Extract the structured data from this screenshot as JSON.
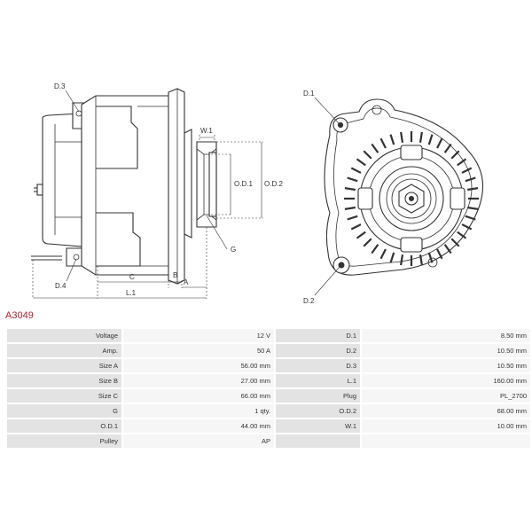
{
  "part_number": "A3049",
  "drawing_labels": {
    "d3": "D.3",
    "d4": "D.4",
    "d1": "D.1",
    "d2": "D.2",
    "w1": "W.1",
    "od1": "O.D.1",
    "od2": "O.D.2",
    "g": "G",
    "c": "C",
    "b": "B",
    "a": "A",
    "l1": "L.1"
  },
  "specs": [
    {
      "label_left": "Voltage",
      "value_left": "12 V",
      "label_right": "D.1",
      "value_right": "8.50 mm"
    },
    {
      "label_left": "Amp.",
      "value_left": "50 A",
      "label_right": "D.2",
      "value_right": "10.50 mm"
    },
    {
      "label_left": "Size A",
      "value_left": "56.00 mm",
      "label_right": "D.3",
      "value_right": "10.50 mm"
    },
    {
      "label_left": "Size B",
      "value_left": "27.00 mm",
      "label_right": "L.1",
      "value_right": "160.00 mm"
    },
    {
      "label_left": "Size C",
      "value_left": "66.00 mm",
      "label_right": "Plug",
      "value_right": "PL_2700"
    },
    {
      "label_left": "G",
      "value_left": "1 qty.",
      "label_right": "O.D.2",
      "value_right": "68.00 mm"
    },
    {
      "label_left": "O.D.1",
      "value_left": "44.00 mm",
      "label_right": "W.1",
      "value_right": "10.00 mm"
    },
    {
      "label_left": "Pulley",
      "value_left": "AP",
      "label_right": "",
      "value_right": ""
    }
  ]
}
